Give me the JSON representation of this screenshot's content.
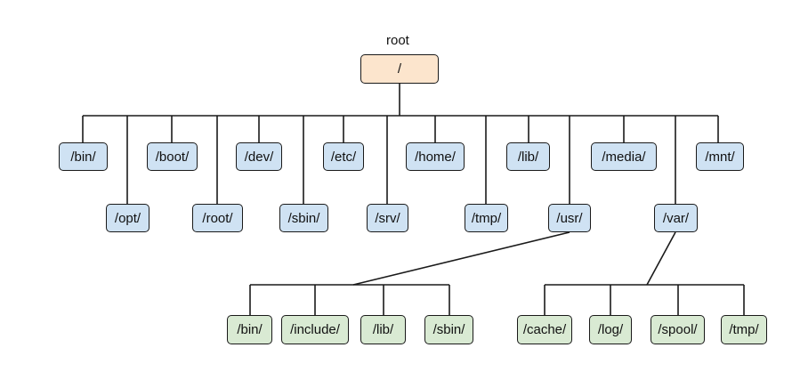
{
  "root": {
    "caption": "root",
    "label": "/"
  },
  "top_level": {
    "row1": [
      "/bin/",
      "/boot/",
      "/dev/",
      "/etc/",
      "/home/",
      "/lib/",
      "/media/",
      "/mnt/"
    ],
    "row2": [
      "/opt/",
      "/root/",
      "/sbin/",
      "/srv/",
      "/tmp/",
      "/usr/",
      "/var/"
    ]
  },
  "usr_children": [
    "/bin/",
    "/include/",
    "/lib/",
    "/sbin/"
  ],
  "var_children": [
    "/cache/",
    "/log/",
    "/spool/",
    "/tmp/"
  ],
  "colors": {
    "root_fill": "#fce5cd",
    "top_fill": "#cfe2f3",
    "sub_fill": "#d9ead3",
    "stroke": "#1a1a1a"
  }
}
